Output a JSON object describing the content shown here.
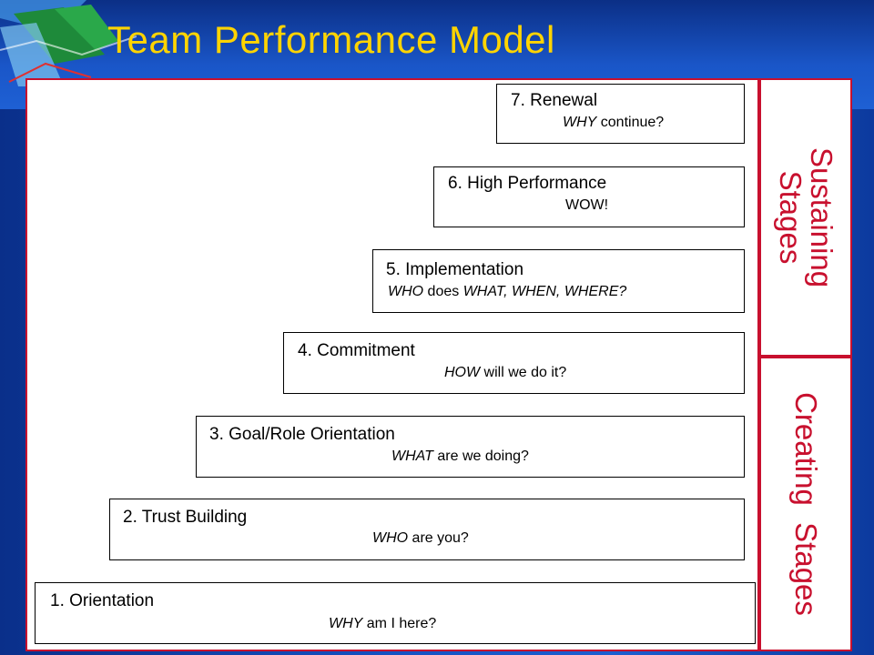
{
  "title": "Team Performance Model",
  "stages": [
    {
      "name": "1. Orientation",
      "question": [
        {
          "t": "WHY",
          "i": true
        },
        {
          "t": " am I here?",
          "i": false
        }
      ]
    },
    {
      "name": "2. Trust Building",
      "question": [
        {
          "t": "WHO",
          "i": true
        },
        {
          "t": " are you?",
          "i": false
        }
      ]
    },
    {
      "name": "3. Goal/Role Orientation",
      "question": [
        {
          "t": "WHAT",
          "i": true
        },
        {
          "t": " are we doing?",
          "i": false
        }
      ]
    },
    {
      "name": "4. Commitment",
      "question": [
        {
          "t": "HOW",
          "i": true
        },
        {
          "t": " will we do it?",
          "i": false
        }
      ]
    },
    {
      "name": "5. Implementation",
      "question": [
        {
          "t": "WHO",
          "i": true
        },
        {
          "t": " does ",
          "i": false
        },
        {
          "t": "WHAT, WHEN, WHERE?",
          "i": true
        }
      ]
    },
    {
      "name": "6. High Performance",
      "question": [
        {
          "t": "WOW!",
          "i": false
        }
      ]
    },
    {
      "name": "7. Renewal",
      "question": [
        {
          "t": "WHY",
          "i": true
        },
        {
          "t": " continue?",
          "i": false
        }
      ]
    }
  ],
  "side_labels": {
    "sustaining_line1": "Sustaining",
    "sustaining_line2": "Stages",
    "creating": "Creating  Stages"
  },
  "colors": {
    "title": "#ffd400",
    "accent": "#c8102e",
    "background": "#1552c2"
  }
}
